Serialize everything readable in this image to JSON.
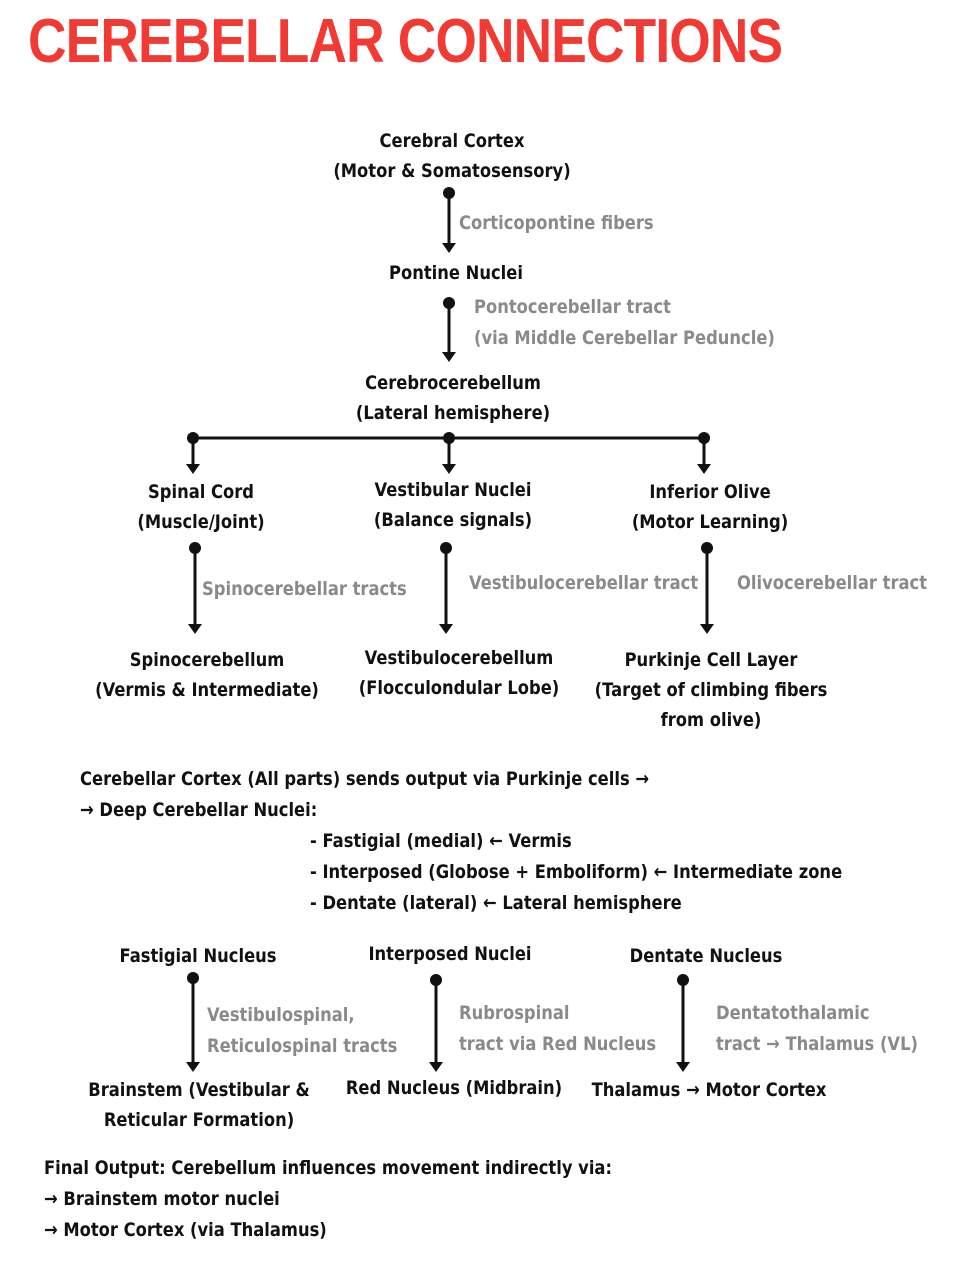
{
  "title": "CEREBELLAR CONNECTIONS",
  "nodes": {
    "cerebral_cortex": [
      "Cerebral Cortex",
      "(Motor & Somatosensory)"
    ],
    "pontine_nuclei": [
      "Pontine Nuclei"
    ],
    "cerebrocerebellum": [
      "Cerebrocerebellum",
      "(Lateral hemisphere)"
    ],
    "spinal_cord": [
      "Spinal Cord",
      "(Muscle/Joint)"
    ],
    "vestibular_nuclei": [
      "Vestibular Nuclei",
      "(Balance signals)"
    ],
    "inferior_olive": [
      "Inferior Olive",
      "(Motor Learning)"
    ],
    "spinocerebellum": [
      "Spinocerebellum",
      "(Vermis & Intermediate)"
    ],
    "vestibulocerebellum": [
      "Vestibulocerebellum",
      "(Flocculondular Lobe)"
    ],
    "purkinje": [
      "Purkinje Cell Layer",
      "(Target of climbing fibers",
      "from olive)"
    ],
    "fastigial": [
      "Fastigial Nucleus"
    ],
    "interposed": [
      "Interposed Nuclei"
    ],
    "dentate": [
      "Dentate Nucleus"
    ],
    "brainstem": [
      "Brainstem (Vestibular &",
      "Reticular Formation)"
    ],
    "red_nucleus": [
      "Red Nucleus (Midbrain)"
    ],
    "thalamus": [
      "Thalamus → Motor Cortex"
    ]
  },
  "edge_labels": {
    "corticopontine": [
      "Corticopontine fibers"
    ],
    "pontocerebellar": [
      "Pontocerebellar tract",
      "(via Middle Cerebellar Peduncle)"
    ],
    "spinocerebellar": [
      "Spinocerebellar tracts"
    ],
    "vestibulocerebellar": [
      "Vestibulocerebellar tract"
    ],
    "olivocerebellar": [
      "Olivocerebellar tract"
    ],
    "vestibulospinal": [
      "Vestibulospinal,",
      "Reticulospinal tracts"
    ],
    "rubrospinal": [
      "Rubrospinal",
      "tract via Red Nucleus"
    ],
    "dentatothalamic": [
      "Dentatothalamic",
      "tract → Thalamus (VL)"
    ]
  },
  "output_note": {
    "line1": "Cerebellar Cortex (All parts) sends output via Purkinje cells →",
    "line2": "→ Deep Cerebellar Nuclei:",
    "items": [
      "- Fastigial (medial) ← Vermis",
      "- Interposed (Globose + Emboliform) ← Intermediate zone",
      "- Dentate (lateral) ← Lateral hemisphere"
    ]
  },
  "final_output": [
    "Final Output: Cerebellum influences movement indirectly via:",
    "→ Brainstem motor nuclei",
    "→ Motor Cortex (via Thalamus)"
  ]
}
